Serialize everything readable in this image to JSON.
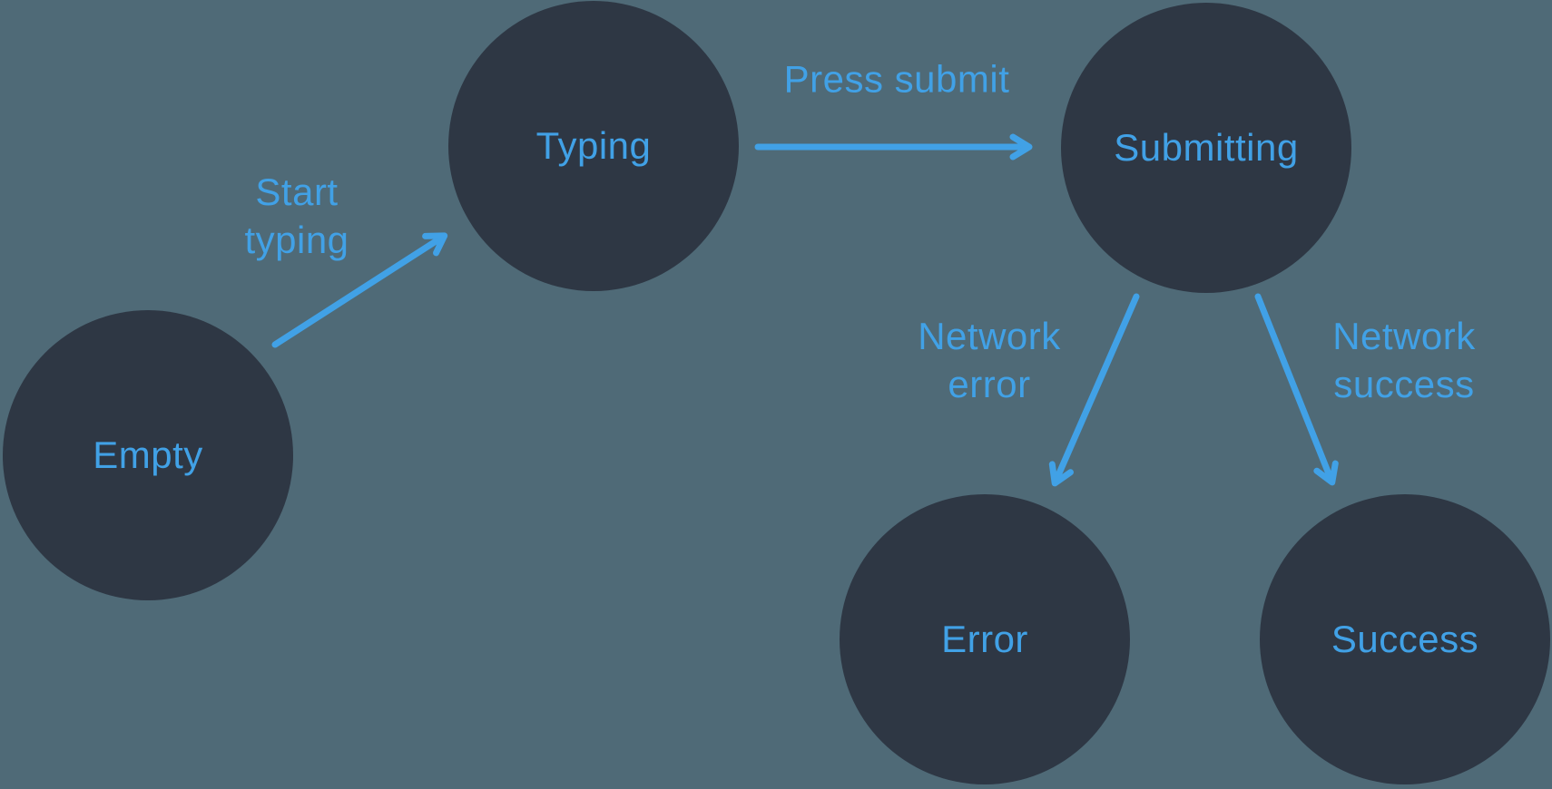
{
  "colors": {
    "background": "#4F6A77",
    "node_fill": "#2E3744",
    "accent_blue": "#41A1E6"
  },
  "states": {
    "empty": {
      "label": "Empty"
    },
    "typing": {
      "label": "Typing"
    },
    "submitting": {
      "label": "Submitting"
    },
    "error": {
      "label": "Error"
    },
    "success": {
      "label": "Success"
    }
  },
  "transitions": {
    "start_typing": {
      "from": "Empty",
      "to": "Typing",
      "lines": [
        "Start",
        "typing"
      ]
    },
    "press_submit": {
      "from": "Typing",
      "to": "Submitting",
      "lines": [
        "Press submit"
      ]
    },
    "network_error": {
      "from": "Submitting",
      "to": "Error",
      "lines": [
        "Network",
        "error"
      ]
    },
    "network_success": {
      "from": "Submitting",
      "to": "Success",
      "lines": [
        "Network",
        "success"
      ]
    }
  }
}
